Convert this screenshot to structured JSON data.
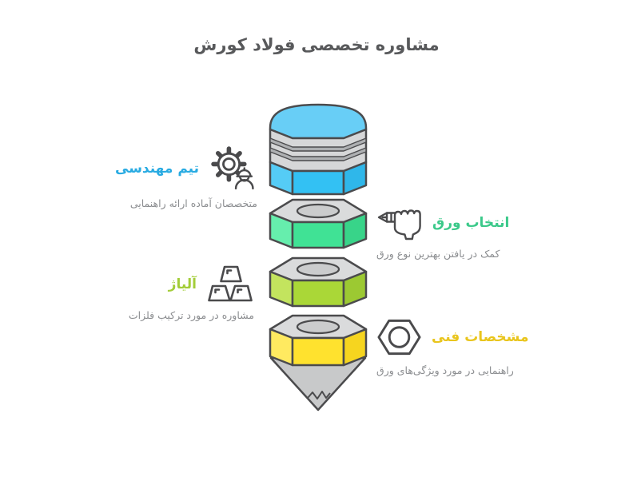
{
  "title": "مشاوره تخصصی فولاد کورش",
  "sections": [
    {
      "id": "engineering-team",
      "label": "تیم مهندسی",
      "description": "متخصصان آماده ارائه راهنمایی",
      "color": "#29abe2",
      "side": "left",
      "icon": "engineer-gear-icon",
      "pencil_segment_color": "#33c1f3"
    },
    {
      "id": "sheet-selection",
      "label": "انتخاب ورق",
      "description": "کمک در یافتن بهترین نوع ورق",
      "color": "#3bc98a",
      "side": "right",
      "icon": "hand-pen-icon",
      "pencil_segment_color": "#40e295"
    },
    {
      "id": "alloy",
      "label": "آلیاژ",
      "description": "مشاوره در مورد ترکیب فلزات",
      "color": "#a3cd39",
      "side": "left",
      "icon": "metal-ingots-icon",
      "pencil_segment_color": "#aad737"
    },
    {
      "id": "technical-specs",
      "label": "مشخصات فنی",
      "description": "راهنمایی در مورد ویژگی‌های ورق",
      "color": "#e9c51d",
      "side": "right",
      "icon": "hex-nut-icon",
      "pencil_segment_color": "#ffe22e"
    }
  ],
  "pencil": {
    "shape": "pencil made of stacked hexagonal nuts, eraser up, tip down",
    "eraser_color": "#68cef6",
    "ferrule_color": "#d6d7d8",
    "tip_color": "#c8c9ca",
    "outline_color": "#4b4b4d"
  },
  "colors": {
    "background": "#ffffff",
    "title_text": "#58595b",
    "body_text": "#8b8d90"
  }
}
